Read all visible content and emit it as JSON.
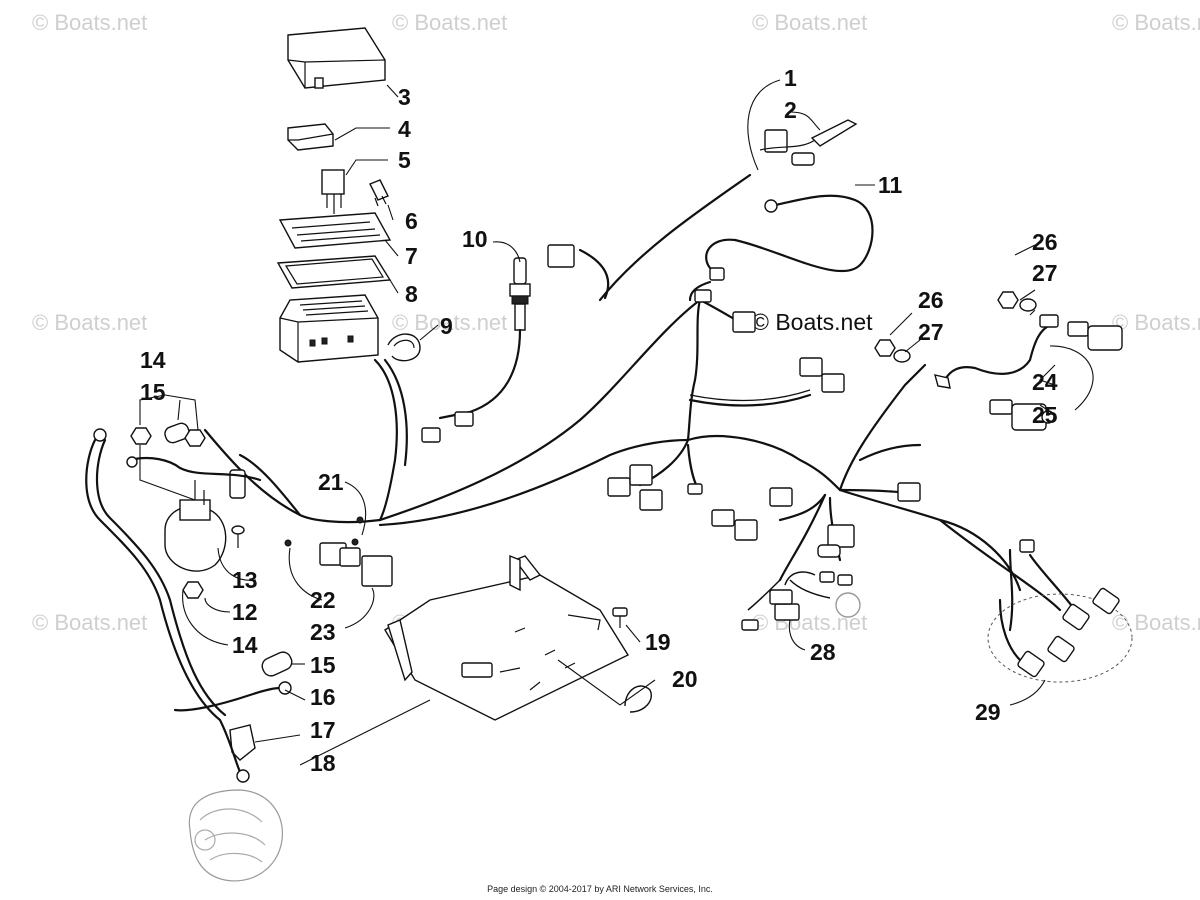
{
  "watermarks": {
    "site": "© Boats.net"
  },
  "callouts": [
    "1",
    "2",
    "3",
    "4",
    "5",
    "6",
    "7",
    "8",
    "9",
    "10",
    "11",
    "12",
    "13",
    "14",
    "15",
    "16",
    "17",
    "18",
    "19",
    "20",
    "21",
    "22",
    "23",
    "24",
    "25",
    "26",
    "27",
    "28",
    "29"
  ],
  "footer": {
    "credit": "Page design © 2004-2017 by ARI Network Services, Inc."
  }
}
